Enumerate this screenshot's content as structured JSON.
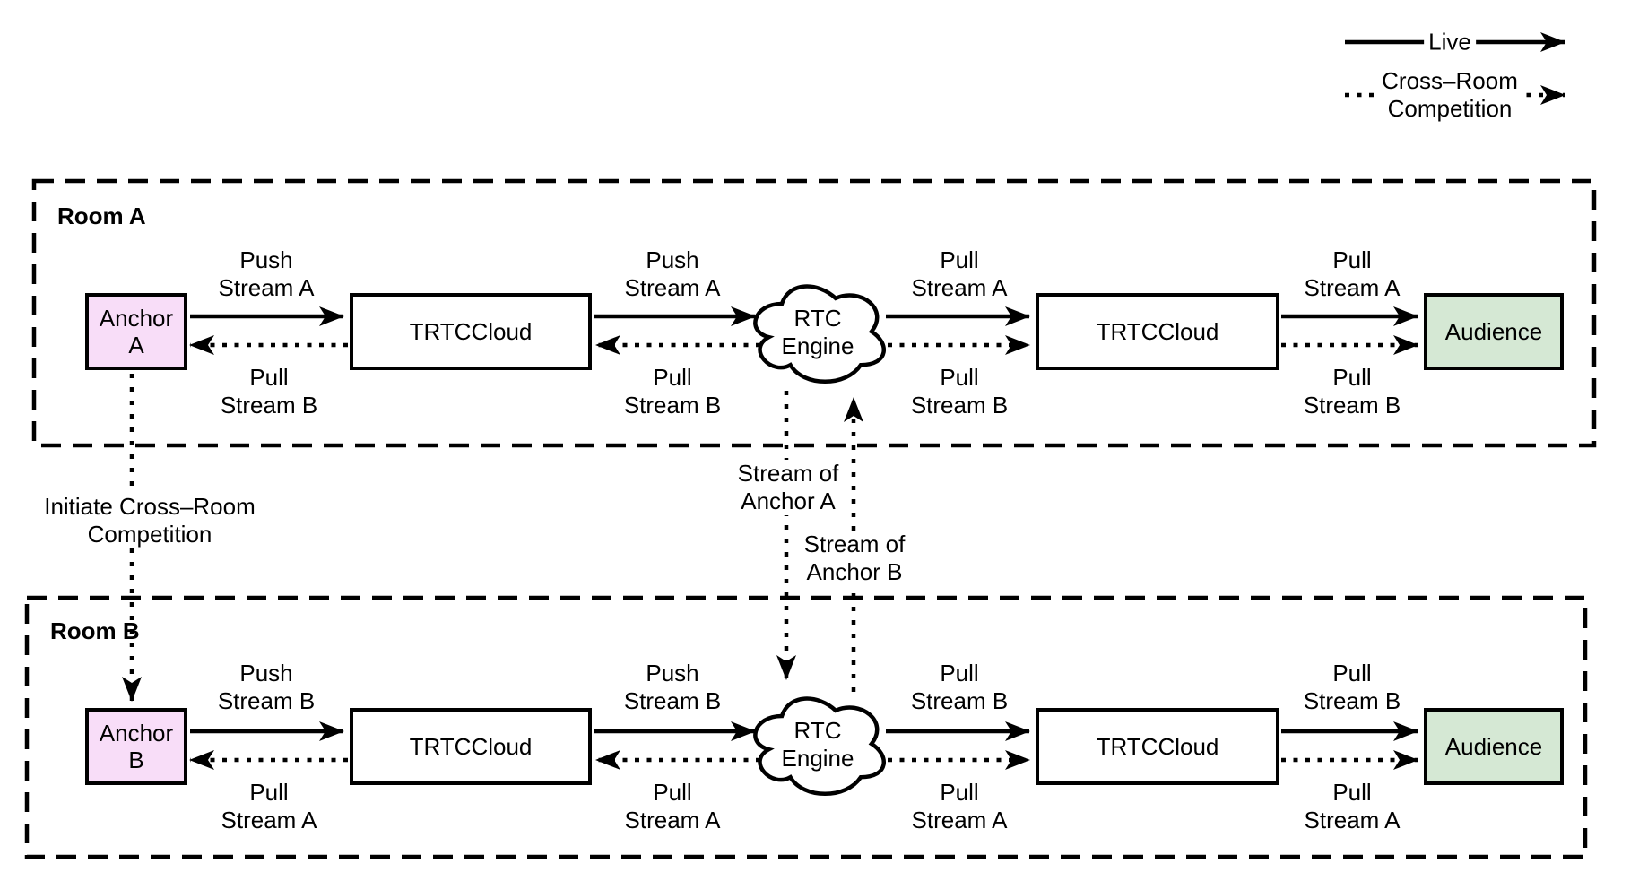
{
  "legend": {
    "live": "Live",
    "cross_room": "Cross–Room\nCompetition"
  },
  "room_a": {
    "label": "Room A",
    "anchor": "Anchor\nA",
    "trtc_left": "TRTCCloud",
    "engine": "RTC\nEngine",
    "trtc_right": "TRTCCloud",
    "audience": "Audience",
    "e1_top": "Push\nStream A",
    "e1_bottom": "Pull\nStream B",
    "e2_top": "Push\nStream A",
    "e2_bottom": "Pull\nStream B",
    "e3_top": "Pull\nStream A",
    "e3_bottom": "Pull\nStream B",
    "e4_top": "Pull\nStream A",
    "e4_bottom": "Pull\nStream B"
  },
  "room_b": {
    "label": "Room B",
    "anchor": "Anchor\nB",
    "trtc_left": "TRTCCloud",
    "engine": "RTC\nEngine",
    "trtc_right": "TRTCCloud",
    "audience": "Audience",
    "e1_top": "Push\nStream B",
    "e1_bottom": "Pull\nStream A",
    "e2_top": "Push\nStream B",
    "e2_bottom": "Pull\nStream A",
    "e3_top": "Pull\nStream B",
    "e3_bottom": "Pull\nStream A",
    "e4_top": "Pull\nStream B",
    "e4_bottom": "Pull\nStream A"
  },
  "cross_room_links": {
    "initiate": "Initiate Cross–Room\nCompetition",
    "stream_of_anchor_a": "Stream of\nAnchor A",
    "stream_of_anchor_b": "Stream of\nAnchor B"
  },
  "colors": {
    "anchor_fill": "#F8DDF8",
    "audience_fill": "#D5E8D4",
    "line": "#000000"
  }
}
